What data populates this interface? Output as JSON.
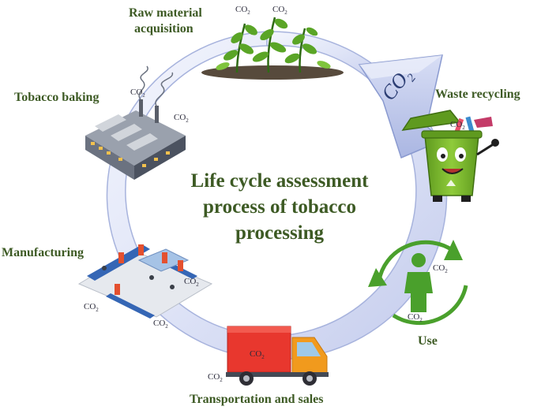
{
  "title_lines": [
    "Life cycle assessment",
    "process of tobacco",
    "processing"
  ],
  "stages": {
    "raw_material": [
      "Raw material",
      "acquisition"
    ],
    "tobacco_baking": "Tobacco baking",
    "waste_recycling": "Waste recycling",
    "manufacturing": "Manufacturing",
    "use": "Use",
    "transportation": "Transportation and sales"
  },
  "co2": {
    "main": "CO",
    "sub": "2"
  },
  "colors": {
    "label_green": "#3d5a24",
    "ring_light": "#eef1fb",
    "ring_mid": "#c5cdef",
    "ring_edge": "#8a9ad0",
    "co2_text": "#2b3d73",
    "truck_red": "#e8372e",
    "truck_orange": "#f19a1d",
    "bin_green": "#76b82a",
    "person_green": "#4aa02c"
  },
  "icons": [
    "plant-icon",
    "factory-icon",
    "recycle-bin-icon",
    "assembly-line-icon",
    "person-recycle-icon",
    "truck-icon"
  ]
}
